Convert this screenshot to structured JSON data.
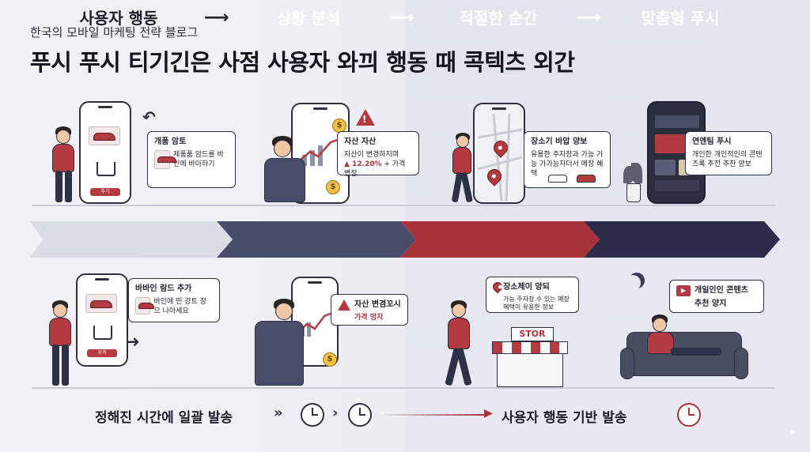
{
  "header": {
    "kicker": "한국의 모바일 마케팅 전략 블로그",
    "title": "푸시 푸시 티기긴은 사점 사용자 와끠 행동 때 콕텍츠 외간"
  },
  "top_row": {
    "panel1": {
      "bubble_title": "개품 암토",
      "bubble_body": "제품품 암드를 바인에 바아하기",
      "phone_button": "추기"
    },
    "panel2": {
      "bubble_title": "자산 자산",
      "bubble_line1": "자산이 변경하지며",
      "bubble_line2_red": "▲ 12.20%",
      "bubble_line2_rest": " + 가격 변정"
    },
    "panel3": {
      "bubble_title": "장소기 바압 양보",
      "bubble_body": "유용한 주자장과 가능 가능 가가능자더서 메장 혜택"
    },
    "panel4": {
      "bubble_title": "연엔팀 푸시",
      "bubble_body": "개인한 개인적인의 콘텐츠록 추전 추찬 양보"
    }
  },
  "flow": {
    "steps": [
      "사용자 행동",
      "상황 분석",
      "적절한 순간",
      "맞춤형 푸시"
    ],
    "arrow_glyph": "⟶",
    "colors": [
      "#dadce4",
      "#4a4c6b",
      "#a8323a",
      "#2b2d4a"
    ]
  },
  "bottom_row": {
    "panel1": {
      "bubble_title": "바바인 람드 추가",
      "bubble_body": "바인에 띤 강트 장으 나아세요",
      "phone_button": "위귀"
    },
    "panel2": {
      "bubble_line1": "자산 변겸꼬시",
      "bubble_line2_red": "가격 멍지"
    },
    "panel3": {
      "bubble_title": "장소체이 양되",
      "bubble_body": "가능 주자장 수 있는 매장 혜택이 유용한 정보",
      "store_sign": "STOR"
    },
    "panel4": {
      "bubble_title": "개일인인 콘텐츠",
      "bubble_line2": "추천 양지"
    }
  },
  "footer": {
    "left_text": "정해진 시간에 일괄 발송",
    "right_text": "사용자 행동 기반 발송",
    "chevron": "›"
  },
  "icons": {
    "coin_symbol": "$",
    "warning_symbol": "!",
    "sparkle_symbol": "✦"
  }
}
